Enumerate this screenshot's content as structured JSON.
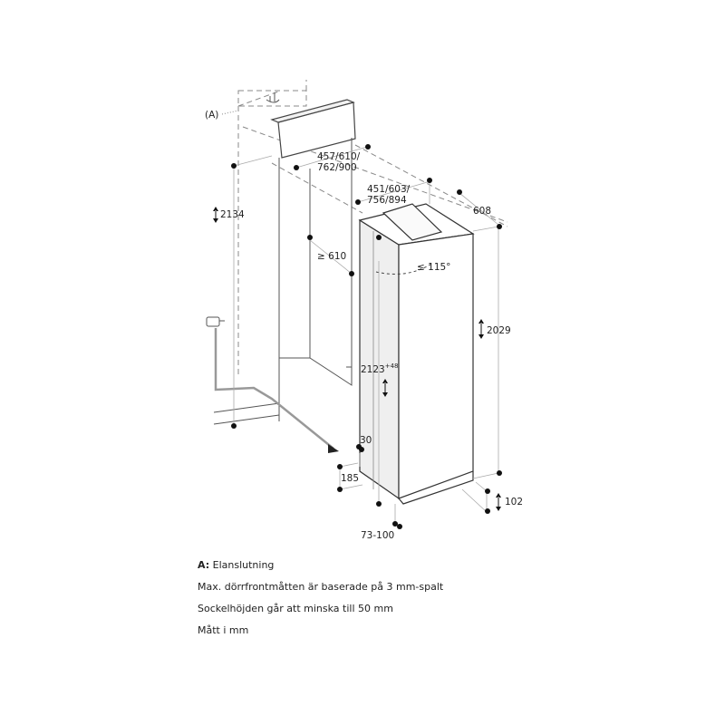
{
  "diagram": {
    "labels": {
      "a_marker": "(A)",
      "door_width": "457/610/\n762/900",
      "door_width_line1": "457/610/",
      "door_width_line2": "762/900",
      "appliance_width_line1": "451/603/",
      "appliance_width_line2": "756/894",
      "depth": "608",
      "niche_height": "2134",
      "min_niche_depth": "≥ 610",
      "door_angle": "≤ 115°",
      "appliance_height": "2029",
      "niche_min_height": "2123",
      "niche_min_height_tolerance": "+48",
      "gap_30": "30",
      "plinth_185": "185",
      "feet_102": "102",
      "plinth_depth": "73-100"
    }
  },
  "notes": {
    "a_key": "A:",
    "a_text": "Elanslutning",
    "line2": "Max. dörrfrontmåtten är baserade på 3 mm-spalt",
    "line3": "Sockelhöjden går att minska till 50 mm",
    "line4": "Mått i mm"
  }
}
